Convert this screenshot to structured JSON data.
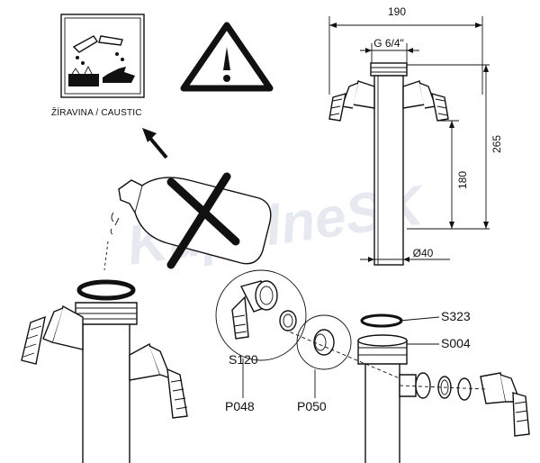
{
  "hazard": {
    "caption": "ŽÍRAVINA / CAUSTIC"
  },
  "watermark": "KupelneSK",
  "dimensions": {
    "width": "190",
    "thread": "G 6/4\"",
    "height_total": "265",
    "height_inlet": "180",
    "diameter": "Ø40"
  },
  "parts": {
    "s323": "S323",
    "s004": "S004",
    "s120": "S120",
    "p048": "P048",
    "p050": "P050"
  }
}
